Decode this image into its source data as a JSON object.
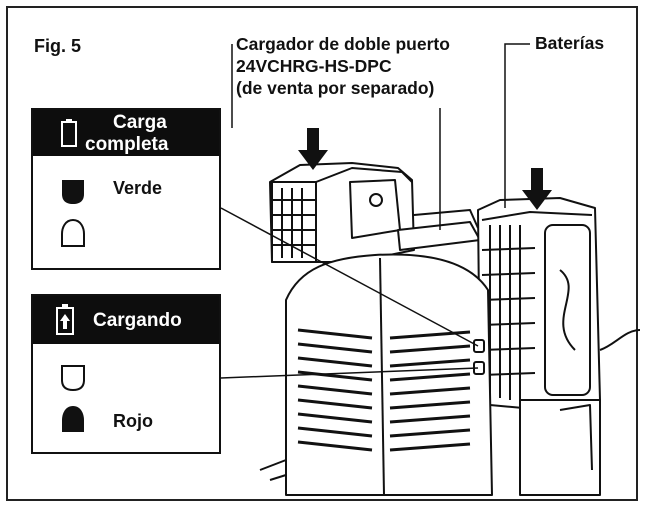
{
  "figure": {
    "fig_label": "Fig. 5",
    "charger_line1": "Cargador de doble puerto",
    "charger_line2": "24VCHRG-HS-DPC",
    "charger_line3": "(de venta por separado)",
    "batteries_label": "Baterías"
  },
  "panel_full": {
    "title_line1": "Carga",
    "title_line2": "completa",
    "state_label": "Verde"
  },
  "panel_charging": {
    "title": "Cargando",
    "state_label": "Rojo"
  }
}
